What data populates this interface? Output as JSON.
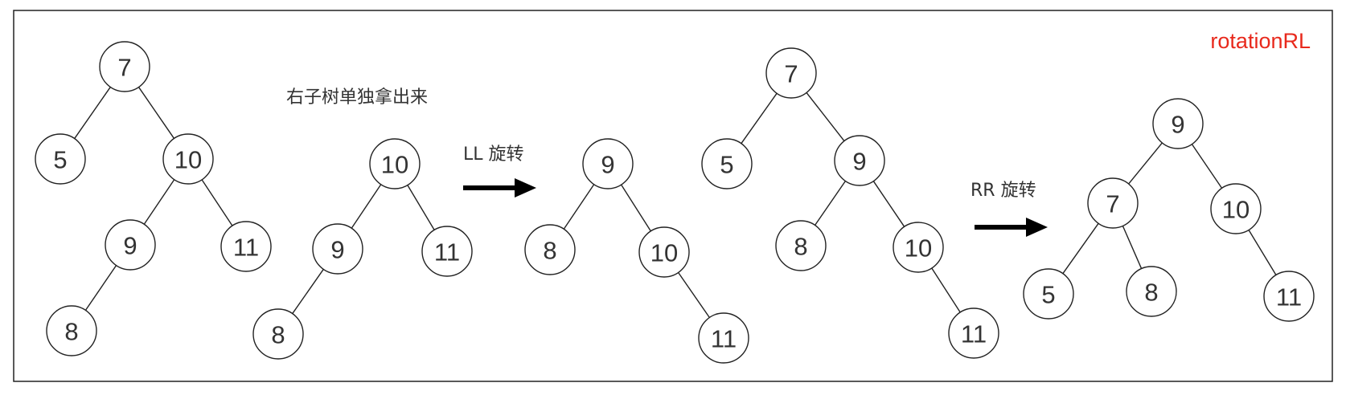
{
  "title": "rotationRL",
  "colors": {
    "title": "#e8291c",
    "stroke": "#222222",
    "text": "#333333",
    "arrow": "#000000"
  },
  "captions": {
    "extract": "右子树单独拿出来",
    "ll": "LL 旋转",
    "rr": "RR 旋转"
  },
  "trees": [
    {
      "name": "original",
      "nodes": [
        {
          "id": "a7",
          "label": "7"
        },
        {
          "id": "a5",
          "label": "5"
        },
        {
          "id": "a10",
          "label": "10"
        },
        {
          "id": "a9",
          "label": "9"
        },
        {
          "id": "a11",
          "label": "11"
        },
        {
          "id": "a8",
          "label": "8"
        }
      ],
      "edges": [
        [
          "a7",
          "a5"
        ],
        [
          "a7",
          "a10"
        ],
        [
          "a10",
          "a9"
        ],
        [
          "a10",
          "a11"
        ],
        [
          "a9",
          "a8"
        ]
      ]
    },
    {
      "name": "right-subtree",
      "nodes": [
        {
          "id": "b10",
          "label": "10"
        },
        {
          "id": "b9",
          "label": "9"
        },
        {
          "id": "b11",
          "label": "11"
        },
        {
          "id": "b8",
          "label": "8"
        }
      ],
      "edges": [
        [
          "b10",
          "b9"
        ],
        [
          "b10",
          "b11"
        ],
        [
          "b9",
          "b8"
        ]
      ]
    },
    {
      "name": "after-ll",
      "nodes": [
        {
          "id": "c9",
          "label": "9"
        },
        {
          "id": "c8",
          "label": "8"
        },
        {
          "id": "c10",
          "label": "10"
        },
        {
          "id": "c11",
          "label": "11"
        }
      ],
      "edges": [
        [
          "c9",
          "c8"
        ],
        [
          "c9",
          "c10"
        ],
        [
          "c10",
          "c11"
        ]
      ]
    },
    {
      "name": "reattached",
      "nodes": [
        {
          "id": "d7",
          "label": "7"
        },
        {
          "id": "d5",
          "label": "5"
        },
        {
          "id": "d9",
          "label": "9"
        },
        {
          "id": "d8",
          "label": "8"
        },
        {
          "id": "d10",
          "label": "10"
        },
        {
          "id": "d11",
          "label": "11"
        }
      ],
      "edges": [
        [
          "d7",
          "d5"
        ],
        [
          "d7",
          "d9"
        ],
        [
          "d9",
          "d8"
        ],
        [
          "d9",
          "d10"
        ],
        [
          "d10",
          "d11"
        ]
      ]
    },
    {
      "name": "after-rr",
      "nodes": [
        {
          "id": "e9",
          "label": "9"
        },
        {
          "id": "e7",
          "label": "7"
        },
        {
          "id": "e10",
          "label": "10"
        },
        {
          "id": "e5",
          "label": "5"
        },
        {
          "id": "e8",
          "label": "8"
        },
        {
          "id": "e11",
          "label": "11"
        }
      ],
      "edges": [
        [
          "e9",
          "e7"
        ],
        [
          "e9",
          "e10"
        ],
        [
          "e7",
          "e5"
        ],
        [
          "e7",
          "e8"
        ],
        [
          "e10",
          "e11"
        ]
      ]
    }
  ]
}
